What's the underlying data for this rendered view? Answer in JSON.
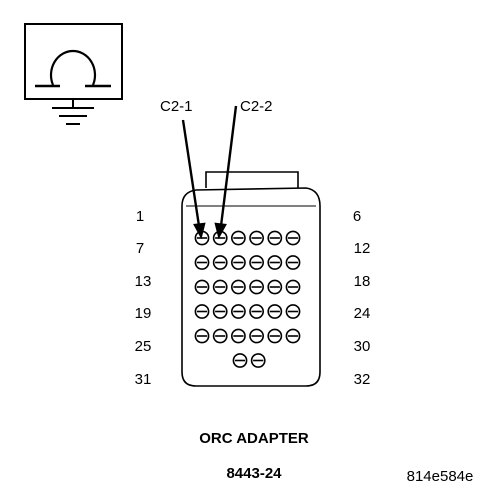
{
  "ohmmeter": {
    "icon": "ohm-ground-icon"
  },
  "callouts": {
    "c1": "C2-1",
    "c2": "C2-2"
  },
  "pin_numbers": {
    "left": [
      "1",
      "7",
      "13",
      "19",
      "25",
      "31"
    ],
    "right": [
      "6",
      "12",
      "18",
      "24",
      "30",
      "32"
    ]
  },
  "pin_rows": [
    6,
    6,
    6,
    6,
    6,
    2
  ],
  "title": "ORC ADAPTER",
  "part_number": "8443-24",
  "figure_id": "814e584e"
}
